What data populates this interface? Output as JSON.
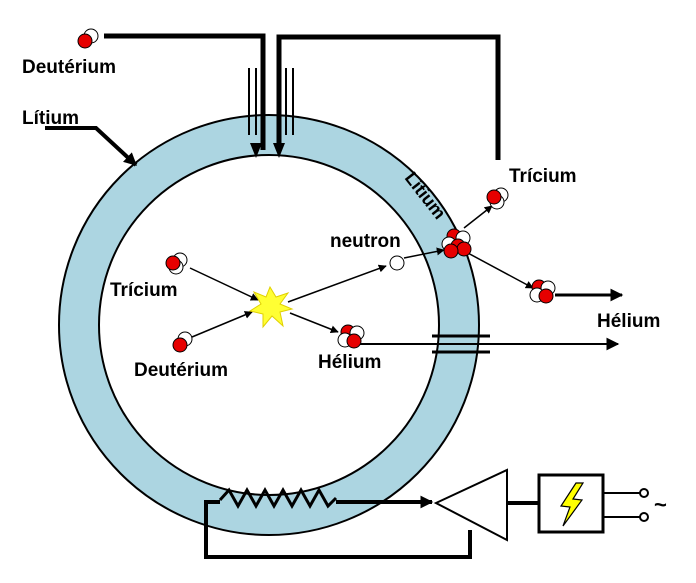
{
  "labels": {
    "deuterium_top": "Deutérium",
    "lithium_outer": "Lítium",
    "lithium_blanket": "Lítium",
    "tritium_out": "Trícium",
    "neutron": "neutron",
    "tritium_in": "Trícium",
    "deuterium_in": "Deutérium",
    "helium_product": "Hélium",
    "helium_out": "Hélium",
    "ac_symbol": "~"
  },
  "colors": {
    "blanket": "#acd5e1",
    "proton": "#e60000",
    "neutron_particle": "#ffffff",
    "fusion_flash": "#ffff33",
    "lightning": "#ffff00",
    "line": "#000000"
  },
  "icons": {
    "power_supply": "lightning-bolt-icon",
    "amplifier": "triangle-amplifier-icon",
    "heater": "zigzag-resistor-icon",
    "fusion": "star-burst-icon"
  }
}
